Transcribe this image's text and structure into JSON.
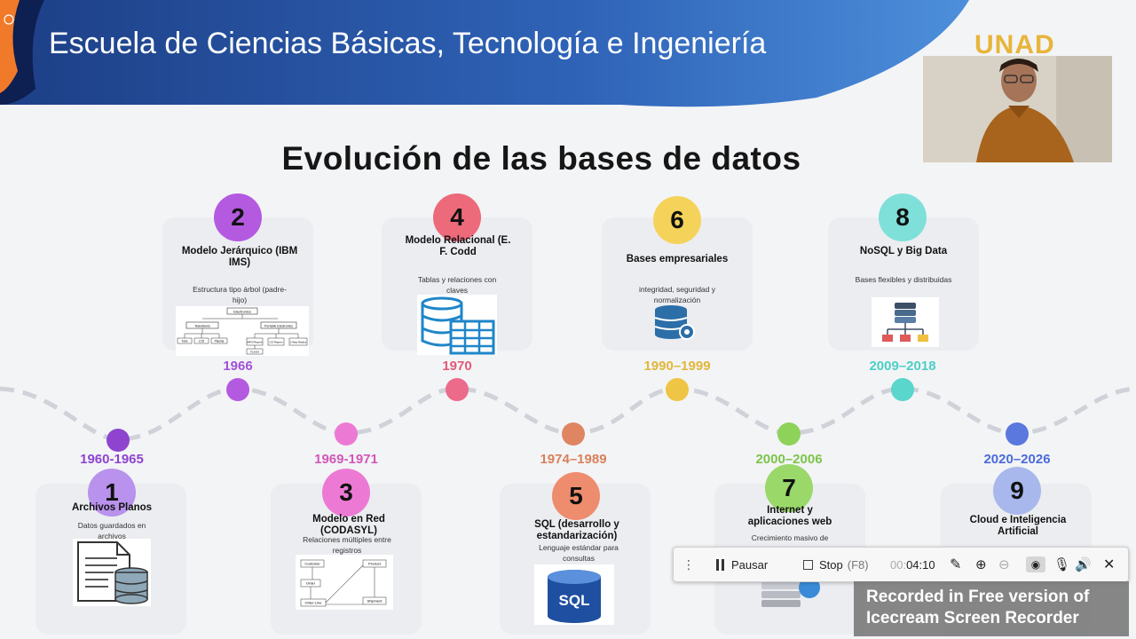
{
  "banner": {
    "title": "Escuela de Ciencias Básicas, Tecnología e Ingeniería"
  },
  "logo": {
    "text": "UNAD"
  },
  "slide": {
    "title": "Evolución de las bases de datos"
  },
  "milestones": [
    {
      "num": "1",
      "year": "1960-1965",
      "title": "Archivos Planos",
      "desc": "Datos guardados en archivos",
      "color": "#b892ec",
      "year_color": "#8e44cf",
      "dot_color": "#8e44cf"
    },
    {
      "num": "2",
      "year": "1966",
      "title": "Modelo Jerárquico (IBM IMS)",
      "desc": "Estructura tipo árbol (padre-hijo)",
      "color": "#b45ae0",
      "year_color": "#a050d8",
      "dot_color": "#b45ae0"
    },
    {
      "num": "3",
      "year": "1969-1971",
      "title": "Modelo en Red (CODASYL)",
      "desc": "Relaciones múltiples entre registros",
      "color": "#ec7ad4",
      "year_color": "#d356b8",
      "dot_color": "#ec7ad4"
    },
    {
      "num": "4",
      "year": "1970",
      "title": "Modelo Relacional (E. F. Codd",
      "desc": "Tablas y relaciones con claves",
      "color": "#ec6a7a",
      "year_color": "#e05a78",
      "dot_color": "#ec6a8a"
    },
    {
      "num": "5",
      "year": "1974–1989",
      "title": "SQL (desarrollo y estandarización)",
      "desc": "Lenguaje estándar para consultas",
      "color": "#ee8c6e",
      "year_color": "#d9805a",
      "dot_color": "#e08562"
    },
    {
      "num": "6",
      "year": "1990–1999",
      "title": "Bases empresariales",
      "desc": "integridad, seguridad y normalización",
      "color": "#f5d35a",
      "year_color": "#e0b73a",
      "dot_color": "#eec544"
    },
    {
      "num": "7",
      "year": "2000–2006",
      "title": "Internet y aplicaciones web",
      "desc": "Crecimiento masivo de",
      "color": "#9ad86a",
      "year_color": "#7cc44a",
      "dot_color": "#8ed25a"
    },
    {
      "num": "8",
      "year": "2009–2018",
      "title": "NoSQL y Big Data",
      "desc": "Bases flexibles y distribuidas",
      "color": "#7ee0d8",
      "year_color": "#4ccfc4",
      "dot_color": "#5ad6cc"
    },
    {
      "num": "9",
      "year": "2020–2026",
      "title": "Cloud e Inteligencia Artificial",
      "desc": "",
      "color": "#a8b8ec",
      "year_color": "#4a6ad8",
      "dot_color": "#5b78de"
    }
  ],
  "thumbs": {
    "hier_root": "Electronics",
    "hier_l1": [
      "Televisions",
      "Portable Electronics"
    ],
    "hier_l2": [
      "Tube",
      "LCD",
      "Plasma",
      "MP3 Players",
      "CD Players",
      "2 Way Radios"
    ],
    "hier_l3": "FLASH",
    "net_nodes": [
      "Customer",
      "Order",
      "Order Line",
      "Product",
      "Shipment"
    ],
    "sql": "SQL"
  },
  "toolbar": {
    "pause": "Pausar",
    "stop": "Stop",
    "stop_key": "(F8)",
    "time_prefix": "00:",
    "time": "04:10"
  },
  "watermark": {
    "line1": "Recorded in Free version of",
    "line2": "Icecream  Screen  Recorder"
  }
}
